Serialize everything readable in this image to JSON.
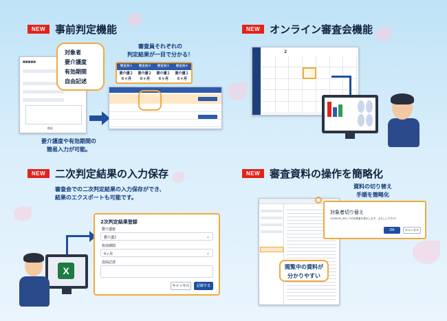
{
  "sections": {
    "s1": {
      "badge": "NEW",
      "title": "事前判定機能",
      "desc": [
        "要介護度や有効期間の",
        "簡易入力が可能。"
      ],
      "bubble_items": [
        "対象者",
        "要介護度",
        "有効期間",
        "自由記述"
      ],
      "callout": [
        "審査員それぞれの",
        "判定結果が一目で分かる！"
      ],
      "judges": [
        "審査員①",
        "審査員②",
        "審査員③",
        "審査員④"
      ],
      "judge_results": [
        "要介護２\n６ヶ月",
        "要介護２\n６ヶ月",
        "要介護２\n６ヶ月",
        "要介護２\n６ヶ月"
      ],
      "form_submit": "保存"
    },
    "s2": {
      "badge": "NEW",
      "title": "オンライン審査会機能",
      "month_label": "2"
    },
    "s3": {
      "badge": "NEW",
      "title": "二次判定結果の入力保存",
      "desc": [
        "審査会での二次判定結果の入力保存ができ、",
        "結果のエクスポートも可能です。"
      ],
      "dialog_title": "2次判定結果登録",
      "care_level_label": "要介護度",
      "care_level_value": "要介護2",
      "period_label": "有効期間",
      "period_value": "6ヶ月",
      "note_label": "自由記述",
      "cancel_label": "キャンセル",
      "save_label": "記録する",
      "excel_letter": "X"
    },
    "s4": {
      "badge": "NEW",
      "title": "審査資料の操作を簡略化",
      "callout_top": [
        "資料の切り替え",
        "手順を簡略化"
      ],
      "callout_bottom": [
        "閲覧中の資料が",
        "分かりやすい"
      ],
      "dialog_title": "対象者切り替え",
      "dialog_msg": "1000000_000_??の対象者を表示します。よろしいですか？",
      "ok_label": "OK",
      "cancel_label": "キャンセル"
    }
  }
}
